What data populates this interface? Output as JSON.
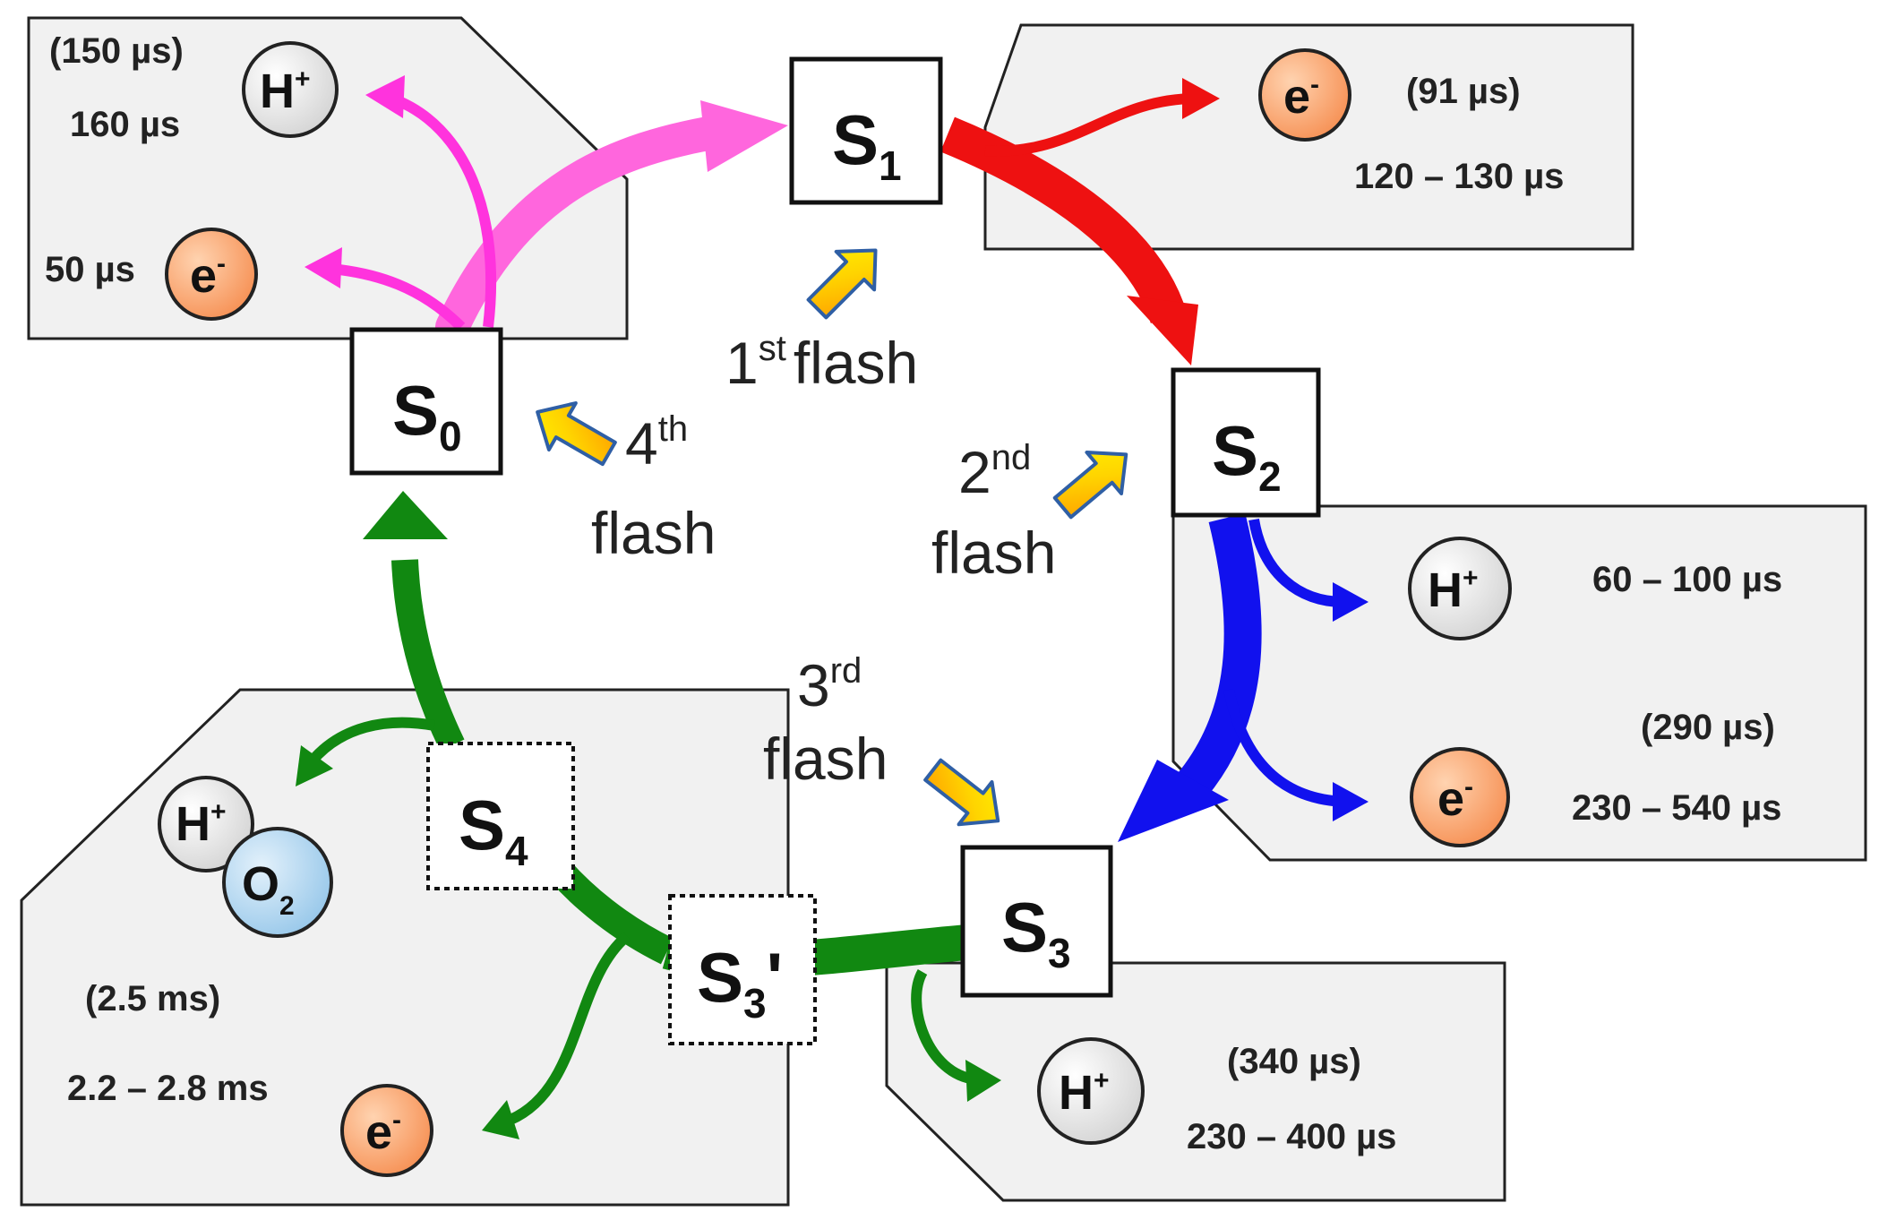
{
  "colors": {
    "s0_transition": "#ff66dd",
    "s1_transition": "#ee1111",
    "s2_transition": "#1111ee",
    "s3_transition": "#118811",
    "panel_fill": "#f1f1f1",
    "electron_fill": "#f7985c",
    "proton_fill": "#e2e2e2",
    "oxygen_fill": "#a9d2ee"
  },
  "states": {
    "s0": {
      "letter": "S",
      "sub": "0"
    },
    "s1": {
      "letter": "S",
      "sub": "1"
    },
    "s2": {
      "letter": "S",
      "sub": "2"
    },
    "s3": {
      "letter": "S",
      "sub": "3"
    },
    "s3p": {
      "letter": "S",
      "sub": "3",
      "prime": "'"
    },
    "s4": {
      "letter": "S",
      "sub": "4"
    }
  },
  "flashes": {
    "first": {
      "num": "1",
      "sup": "st",
      "word": "flash"
    },
    "second": {
      "num": "2",
      "sup": "nd",
      "word": "flash"
    },
    "third": {
      "num": "3",
      "sup": "rd",
      "word": "flash"
    },
    "fourth": {
      "num": "4",
      "sup": "th",
      "word": "flash"
    }
  },
  "particles": {
    "proton": {
      "symbol": "H",
      "charge": "+"
    },
    "electron": {
      "symbol": "e",
      "charge": "-"
    },
    "oxygen": {
      "symbol": "O",
      "sub": "2"
    }
  },
  "timings": {
    "s0_proton_paren": "(150 µs)",
    "s0_proton": "160 µs",
    "s0_electron": "50 µs",
    "s1_electron_paren": "(91 µs)",
    "s1_electron": "120 – 130 µs",
    "s2_proton": "60 – 100 µs",
    "s2_electron_paren": "(290 µs)",
    "s2_electron": "230 – 540 µs",
    "s3_proton_paren": "(340 µs)",
    "s3_proton": "230 – 400 µs",
    "s4_paren": "(2.5 ms)",
    "s4_range": "2.2 – 2.8 ms"
  }
}
